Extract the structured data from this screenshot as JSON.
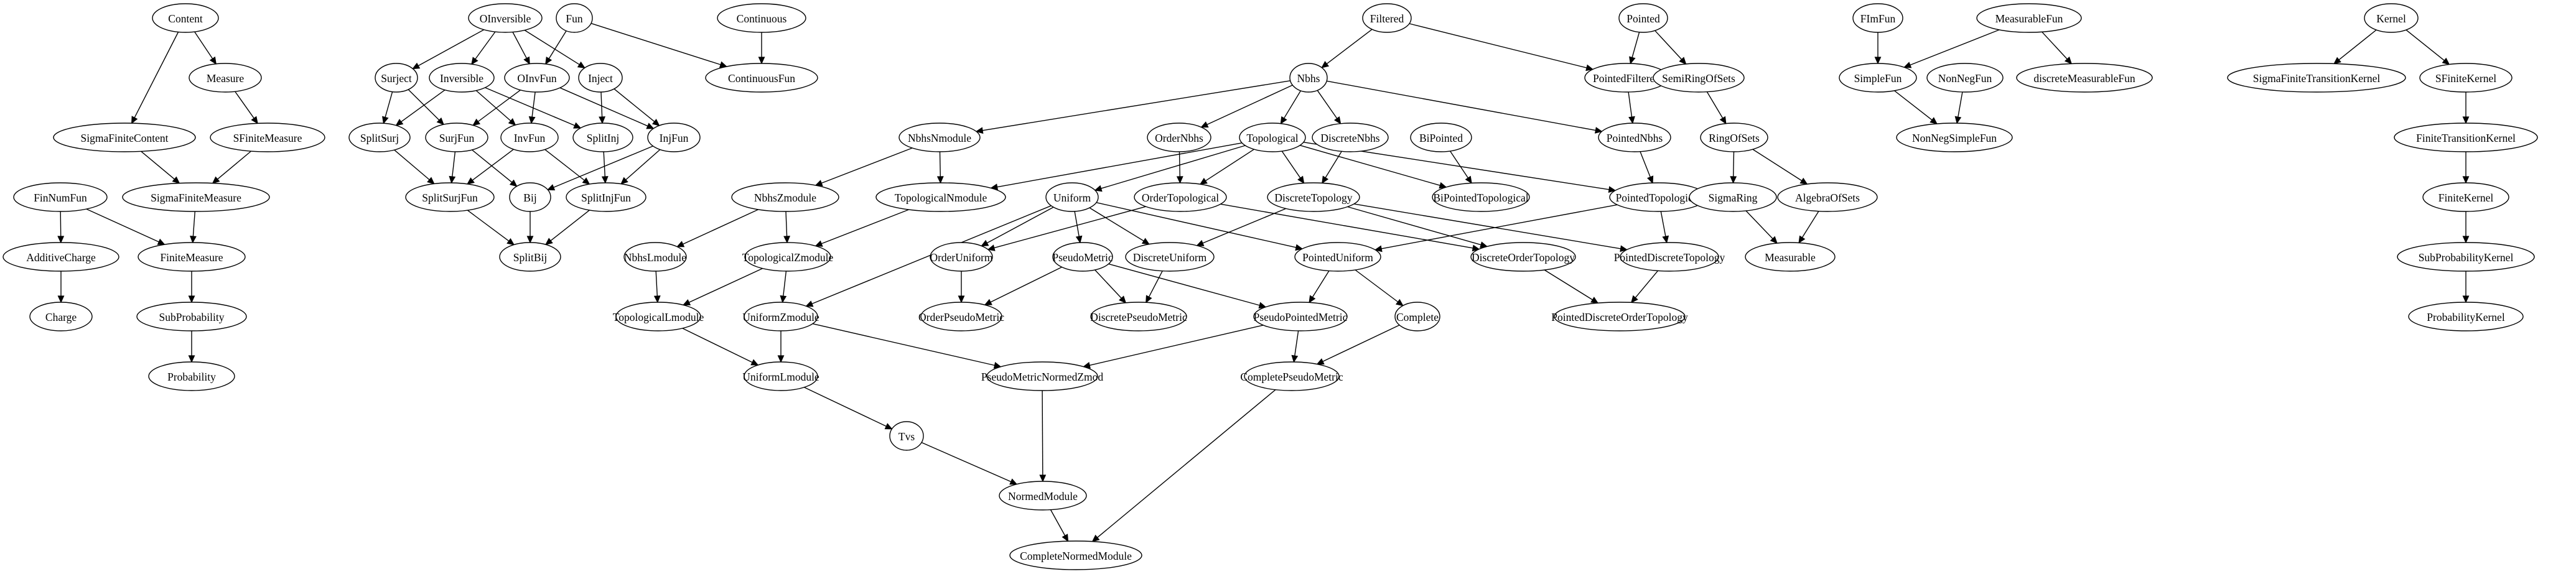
{
  "diagram": {
    "type": "directed-graph",
    "nodes": [
      {
        "id": "Content",
        "label": "Content"
      },
      {
        "id": "Measure",
        "label": "Measure"
      },
      {
        "id": "SigmaFiniteContent",
        "label": "SigmaFiniteContent"
      },
      {
        "id": "SFiniteMeasure",
        "label": "SFiniteMeasure"
      },
      {
        "id": "FinNumFun",
        "label": "FinNumFun"
      },
      {
        "id": "SigmaFiniteMeasure",
        "label": "SigmaFiniteMeasure"
      },
      {
        "id": "AdditiveCharge",
        "label": "AdditiveCharge"
      },
      {
        "id": "FiniteMeasure",
        "label": "FiniteMeasure"
      },
      {
        "id": "Charge",
        "label": "Charge"
      },
      {
        "id": "SubProbability",
        "label": "SubProbability"
      },
      {
        "id": "Probability",
        "label": "Probability"
      },
      {
        "id": "OInversible",
        "label": "OInversible"
      },
      {
        "id": "Fun",
        "label": "Fun"
      },
      {
        "id": "Continuous",
        "label": "Continuous"
      },
      {
        "id": "Surject",
        "label": "Surject"
      },
      {
        "id": "Inversible",
        "label": "Inversible"
      },
      {
        "id": "OInvFun",
        "label": "OInvFun"
      },
      {
        "id": "Inject",
        "label": "Inject"
      },
      {
        "id": "ContinuousFun",
        "label": "ContinuousFun"
      },
      {
        "id": "SplitSurj",
        "label": "SplitSurj"
      },
      {
        "id": "SurjFun",
        "label": "SurjFun"
      },
      {
        "id": "InvFun",
        "label": "InvFun"
      },
      {
        "id": "SplitInj",
        "label": "SplitInj"
      },
      {
        "id": "InjFun",
        "label": "InjFun"
      },
      {
        "id": "SplitSurjFun",
        "label": "SplitSurjFun"
      },
      {
        "id": "Bij",
        "label": "Bij"
      },
      {
        "id": "SplitInjFun",
        "label": "SplitInjFun"
      },
      {
        "id": "SplitBij",
        "label": "SplitBij"
      },
      {
        "id": "Filtered",
        "label": "Filtered"
      },
      {
        "id": "Pointed",
        "label": "Pointed"
      },
      {
        "id": "Nbhs",
        "label": "Nbhs"
      },
      {
        "id": "PointedFiltered",
        "label": "PointedFiltered"
      },
      {
        "id": "SemiRingOfSets",
        "label": "SemiRingOfSets"
      },
      {
        "id": "NbhsNmodule",
        "label": "NbhsNmodule"
      },
      {
        "id": "OrderNbhs",
        "label": "OrderNbhs"
      },
      {
        "id": "Topological",
        "label": "Topological"
      },
      {
        "id": "DiscreteNbhs",
        "label": "DiscreteNbhs"
      },
      {
        "id": "BiPointed",
        "label": "BiPointed"
      },
      {
        "id": "PointedNbhs",
        "label": "PointedNbhs"
      },
      {
        "id": "RingOfSets",
        "label": "RingOfSets"
      },
      {
        "id": "NbhsZmodule",
        "label": "NbhsZmodule"
      },
      {
        "id": "TopologicalNmodule",
        "label": "TopologicalNmodule"
      },
      {
        "id": "Uniform",
        "label": "Uniform"
      },
      {
        "id": "OrderTopological",
        "label": "OrderTopological"
      },
      {
        "id": "DiscreteTopology",
        "label": "DiscreteTopology"
      },
      {
        "id": "BiPointedTopological",
        "label": "BiPointedTopological"
      },
      {
        "id": "PointedTopological",
        "label": "PointedTopological"
      },
      {
        "id": "SigmaRing",
        "label": "SigmaRing"
      },
      {
        "id": "AlgebraOfSets",
        "label": "AlgebraOfSets"
      },
      {
        "id": "NbhsLmodule",
        "label": "NbhsLmodule"
      },
      {
        "id": "TopologicalZmodule",
        "label": "TopologicalZmodule"
      },
      {
        "id": "OrderUniform",
        "label": "OrderUniform"
      },
      {
        "id": "PseudoMetric",
        "label": "PseudoMetric"
      },
      {
        "id": "DiscreteUniform",
        "label": "DiscreteUniform"
      },
      {
        "id": "PointedUniform",
        "label": "PointedUniform"
      },
      {
        "id": "DiscreteOrderTopology",
        "label": "DiscreteOrderTopology"
      },
      {
        "id": "PointedDiscreteTopology",
        "label": "PointedDiscreteTopology"
      },
      {
        "id": "Measurable",
        "label": "Measurable"
      },
      {
        "id": "TopologicalLmodule",
        "label": "TopologicalLmodule"
      },
      {
        "id": "UniformZmodule",
        "label": "UniformZmodule"
      },
      {
        "id": "OrderPseudoMetric",
        "label": "OrderPseudoMetric"
      },
      {
        "id": "DiscretePseudoMetric",
        "label": "DiscretePseudoMetric"
      },
      {
        "id": "PseudoPointedMetric",
        "label": "PseudoPointedMetric"
      },
      {
        "id": "Complete",
        "label": "Complete"
      },
      {
        "id": "PointedDiscreteOrderTopology",
        "label": "PointedDiscreteOrderTopology"
      },
      {
        "id": "UniformLmodule",
        "label": "UniformLmodule"
      },
      {
        "id": "PseudoMetricNormedZmod",
        "label": "PseudoMetricNormedZmod"
      },
      {
        "id": "CompletePseudoMetric",
        "label": "CompletePseudoMetric"
      },
      {
        "id": "Tvs",
        "label": "Tvs"
      },
      {
        "id": "NormedModule",
        "label": "NormedModule"
      },
      {
        "id": "CompleteNormedModule",
        "label": "CompleteNormedModule"
      },
      {
        "id": "FImFun",
        "label": "FImFun"
      },
      {
        "id": "MeasurableFun",
        "label": "MeasurableFun"
      },
      {
        "id": "SimpleFun",
        "label": "SimpleFun"
      },
      {
        "id": "NonNegFun",
        "label": "NonNegFun"
      },
      {
        "id": "discreteMeasurableFun",
        "label": "discreteMeasurableFun"
      },
      {
        "id": "NonNegSimpleFun",
        "label": "NonNegSimpleFun"
      },
      {
        "id": "Kernel",
        "label": "Kernel"
      },
      {
        "id": "SigmaFiniteTransitionKernel",
        "label": "SigmaFiniteTransitionKernel"
      },
      {
        "id": "SFiniteKernel",
        "label": "SFiniteKernel"
      },
      {
        "id": "FiniteTransitionKernel",
        "label": "FiniteTransitionKernel"
      },
      {
        "id": "FiniteKernel",
        "label": "FiniteKernel"
      },
      {
        "id": "SubProbabilityKernel",
        "label": "SubProbabilityKernel"
      },
      {
        "id": "ProbabilityKernel",
        "label": "ProbabilityKernel"
      }
    ],
    "edges": [
      [
        "Content",
        "SigmaFiniteContent"
      ],
      [
        "Content",
        "Measure"
      ],
      [
        "Measure",
        "SFiniteMeasure"
      ],
      [
        "SigmaFiniteContent",
        "SigmaFiniteMeasure"
      ],
      [
        "SFiniteMeasure",
        "SigmaFiniteMeasure"
      ],
      [
        "FinNumFun",
        "AdditiveCharge"
      ],
      [
        "FinNumFun",
        "FiniteMeasure"
      ],
      [
        "SigmaFiniteMeasure",
        "FiniteMeasure"
      ],
      [
        "AdditiveCharge",
        "Charge"
      ],
      [
        "FiniteMeasure",
        "SubProbability"
      ],
      [
        "SubProbability",
        "Probability"
      ],
      [
        "OInversible",
        "Surject"
      ],
      [
        "OInversible",
        "Inversible"
      ],
      [
        "OInversible",
        "OInvFun"
      ],
      [
        "OInversible",
        "Inject"
      ],
      [
        "Fun",
        "OInvFun"
      ],
      [
        "Fun",
        "ContinuousFun"
      ],
      [
        "Continuous",
        "ContinuousFun"
      ],
      [
        "Surject",
        "SplitSurj"
      ],
      [
        "Surject",
        "SurjFun"
      ],
      [
        "Inversible",
        "SplitSurj"
      ],
      [
        "Inversible",
        "InvFun"
      ],
      [
        "Inversible",
        "SplitInj"
      ],
      [
        "OInvFun",
        "SurjFun"
      ],
      [
        "OInvFun",
        "InvFun"
      ],
      [
        "OInvFun",
        "InjFun"
      ],
      [
        "Inject",
        "SplitInj"
      ],
      [
        "Inject",
        "InjFun"
      ],
      [
        "SplitSurj",
        "SplitSurjFun"
      ],
      [
        "SurjFun",
        "SplitSurjFun"
      ],
      [
        "SurjFun",
        "Bij"
      ],
      [
        "InvFun",
        "SplitSurjFun"
      ],
      [
        "InvFun",
        "SplitInjFun"
      ],
      [
        "SplitInj",
        "SplitInjFun"
      ],
      [
        "InjFun",
        "Bij"
      ],
      [
        "InjFun",
        "SplitInjFun"
      ],
      [
        "SplitSurjFun",
        "SplitBij"
      ],
      [
        "Bij",
        "SplitBij"
      ],
      [
        "SplitInjFun",
        "SplitBij"
      ],
      [
        "Filtered",
        "Nbhs"
      ],
      [
        "Filtered",
        "PointedFiltered"
      ],
      [
        "Pointed",
        "PointedFiltered"
      ],
      [
        "Pointed",
        "SemiRingOfSets"
      ],
      [
        "Nbhs",
        "NbhsNmodule"
      ],
      [
        "Nbhs",
        "OrderNbhs"
      ],
      [
        "Nbhs",
        "Topological"
      ],
      [
        "Nbhs",
        "DiscreteNbhs"
      ],
      [
        "Nbhs",
        "PointedNbhs"
      ],
      [
        "PointedFiltered",
        "PointedNbhs"
      ],
      [
        "SemiRingOfSets",
        "RingOfSets"
      ],
      [
        "NbhsNmodule",
        "NbhsZmodule"
      ],
      [
        "NbhsNmodule",
        "TopologicalNmodule"
      ],
      [
        "OrderNbhs",
        "OrderTopological"
      ],
      [
        "Topological",
        "TopologicalNmodule"
      ],
      [
        "Topological",
        "Uniform"
      ],
      [
        "Topological",
        "OrderTopological"
      ],
      [
        "Topological",
        "DiscreteTopology"
      ],
      [
        "Topological",
        "BiPointedTopological"
      ],
      [
        "Topological",
        "PointedTopological"
      ],
      [
        "DiscreteNbhs",
        "DiscreteTopology"
      ],
      [
        "BiPointed",
        "BiPointedTopological"
      ],
      [
        "PointedNbhs",
        "PointedTopological"
      ],
      [
        "RingOfSets",
        "SigmaRing"
      ],
      [
        "RingOfSets",
        "AlgebraOfSets"
      ],
      [
        "NbhsZmodule",
        "NbhsLmodule"
      ],
      [
        "NbhsZmodule",
        "TopologicalZmodule"
      ],
      [
        "TopologicalNmodule",
        "TopologicalZmodule"
      ],
      [
        "Uniform",
        "UniformZmodule"
      ],
      [
        "Uniform",
        "OrderUniform"
      ],
      [
        "Uniform",
        "PseudoMetric"
      ],
      [
        "Uniform",
        "DiscreteUniform"
      ],
      [
        "Uniform",
        "PointedUniform"
      ],
      [
        "OrderTopological",
        "OrderUniform"
      ],
      [
        "OrderTopological",
        "DiscreteOrderTopology"
      ],
      [
        "DiscreteTopology",
        "DiscreteUniform"
      ],
      [
        "DiscreteTopology",
        "DiscreteOrderTopology"
      ],
      [
        "DiscreteTopology",
        "PointedDiscreteTopology"
      ],
      [
        "PointedTopological",
        "PointedUniform"
      ],
      [
        "PointedTopological",
        "PointedDiscreteTopology"
      ],
      [
        "SigmaRing",
        "Measurable"
      ],
      [
        "AlgebraOfSets",
        "Measurable"
      ],
      [
        "NbhsLmodule",
        "TopologicalLmodule"
      ],
      [
        "TopologicalZmodule",
        "TopologicalLmodule"
      ],
      [
        "TopologicalZmodule",
        "UniformZmodule"
      ],
      [
        "OrderUniform",
        "OrderPseudoMetric"
      ],
      [
        "PseudoMetric",
        "OrderPseudoMetric"
      ],
      [
        "PseudoMetric",
        "DiscretePseudoMetric"
      ],
      [
        "PseudoMetric",
        "PseudoPointedMetric"
      ],
      [
        "DiscreteUniform",
        "DiscretePseudoMetric"
      ],
      [
        "PointedUniform",
        "PseudoPointedMetric"
      ],
      [
        "PointedUniform",
        "Complete"
      ],
      [
        "DiscreteOrderTopology",
        "PointedDiscreteOrderTopology"
      ],
      [
        "PointedDiscreteTopology",
        "PointedDiscreteOrderTopology"
      ],
      [
        "TopologicalLmodule",
        "UniformLmodule"
      ],
      [
        "UniformZmodule",
        "UniformLmodule"
      ],
      [
        "UniformZmodule",
        "PseudoMetricNormedZmod"
      ],
      [
        "PseudoPointedMetric",
        "PseudoMetricNormedZmod"
      ],
      [
        "PseudoPointedMetric",
        "CompletePseudoMetric"
      ],
      [
        "Complete",
        "CompletePseudoMetric"
      ],
      [
        "UniformLmodule",
        "Tvs"
      ],
      [
        "Tvs",
        "NormedModule"
      ],
      [
        "PseudoMetricNormedZmod",
        "NormedModule"
      ],
      [
        "NormedModule",
        "CompleteNormedModule"
      ],
      [
        "CompletePseudoMetric",
        "CompleteNormedModule"
      ],
      [
        "FImFun",
        "SimpleFun"
      ],
      [
        "MeasurableFun",
        "SimpleFun"
      ],
      [
        "MeasurableFun",
        "discreteMeasurableFun"
      ],
      [
        "SimpleFun",
        "NonNegSimpleFun"
      ],
      [
        "NonNegFun",
        "NonNegSimpleFun"
      ],
      [
        "Kernel",
        "SigmaFiniteTransitionKernel"
      ],
      [
        "Kernel",
        "SFiniteKernel"
      ],
      [
        "SFiniteKernel",
        "FiniteTransitionKernel"
      ],
      [
        "FiniteTransitionKernel",
        "FiniteKernel"
      ],
      [
        "FiniteKernel",
        "SubProbabilityKernel"
      ],
      [
        "SubProbabilityKernel",
        "ProbabilityKernel"
      ]
    ]
  }
}
